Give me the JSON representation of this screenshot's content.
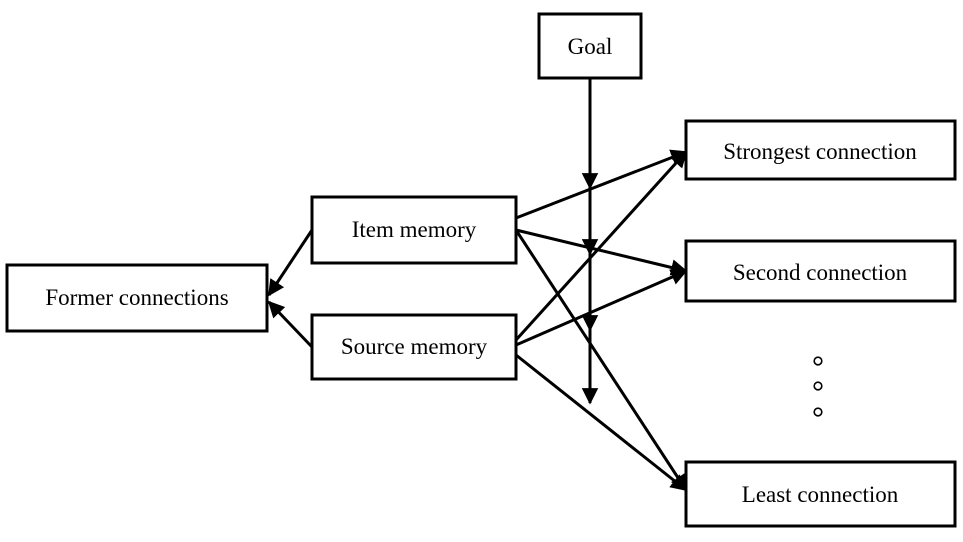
{
  "nodes": {
    "goal": "Goal",
    "strongest": "Strongest connection",
    "item_memory": "Item memory",
    "second": "Second connection",
    "former": "Former connections",
    "source_memory": "Source memory",
    "least": "Least connection"
  },
  "colors": {
    "stroke": "#000000",
    "background": "#ffffff"
  }
}
